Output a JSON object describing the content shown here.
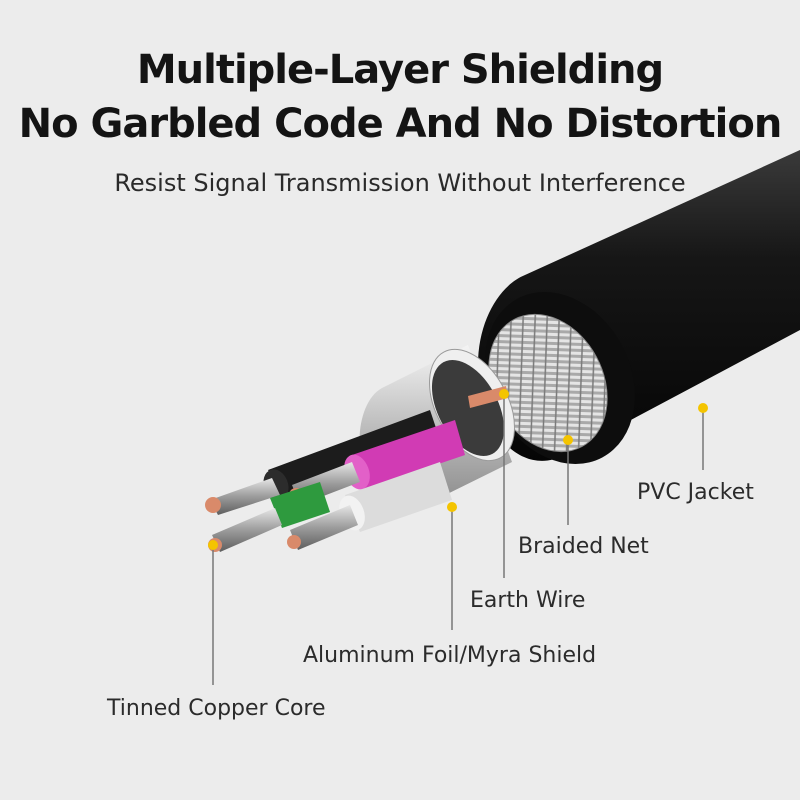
{
  "heading": {
    "line1": "Multiple-Layer Shielding",
    "line2": "No Garbled Code And No Distortion"
  },
  "subheading": "Resist Signal Transmission Without Interference",
  "labels": {
    "pvc_jacket": "PVC Jacket",
    "braided_net": "Braided Net",
    "earth_wire": "Earth Wire",
    "aluminum_foil": "Aluminum Foil/Myra Shield",
    "tinned_copper_core": "Tinned Copper Core"
  },
  "colors": {
    "background": "#ececec",
    "jacket": "#111111",
    "dot": "#f4c400",
    "pink_insulation": "#d13bb4",
    "green_insulation": "#2e9a3e",
    "copper": "#d98a6a"
  }
}
